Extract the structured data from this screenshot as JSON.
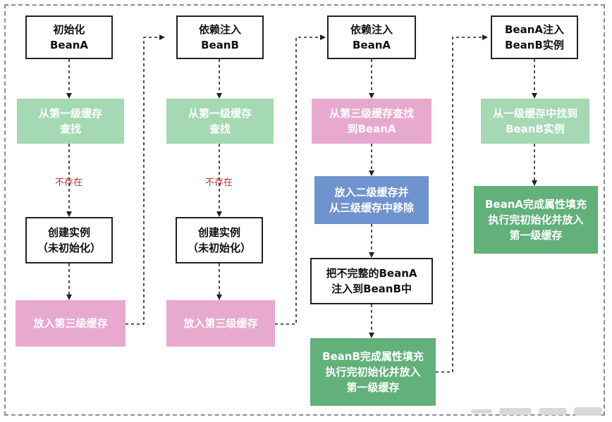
{
  "columns": [
    {
      "top": "初始化\nBeanA",
      "find": "从第一级缓存\n查找",
      "not_exist": "不存在",
      "create": "创建实例\n（未初始化）",
      "put": "放入第三级缓存"
    },
    {
      "top": "依赖注入\nBeanB",
      "find": "从第一级缓存\n查找",
      "not_exist": "不存在",
      "create": "创建实例\n（未初始化）",
      "put": "放入第三级缓存"
    },
    {
      "top": "依赖注入\nBeanA",
      "find": "从第三级缓存查找\n到BeanA",
      "move": "放入二级缓存并\n从三级缓存中移除",
      "inject": "把不完整的BeanA\n注入到BeanB中",
      "complete": "BeanB完成属性填充\n执行完初始化并放入\n第一级缓存"
    },
    {
      "top": "BeanA注入\nBeanB实例",
      "find": "从一级缓存中找到\nBeanB实例",
      "complete": "BeanA完成属性填充\n执行完初始化并放入\n第一级缓存"
    }
  ],
  "colors": {
    "find_green": "#a4d9b3",
    "complete_green": "#62b07a",
    "cache_pink": "#e8a9cf",
    "move_blue": "#6f93cf",
    "not_exist_red": "#b8322e",
    "arrow": "#222222"
  }
}
